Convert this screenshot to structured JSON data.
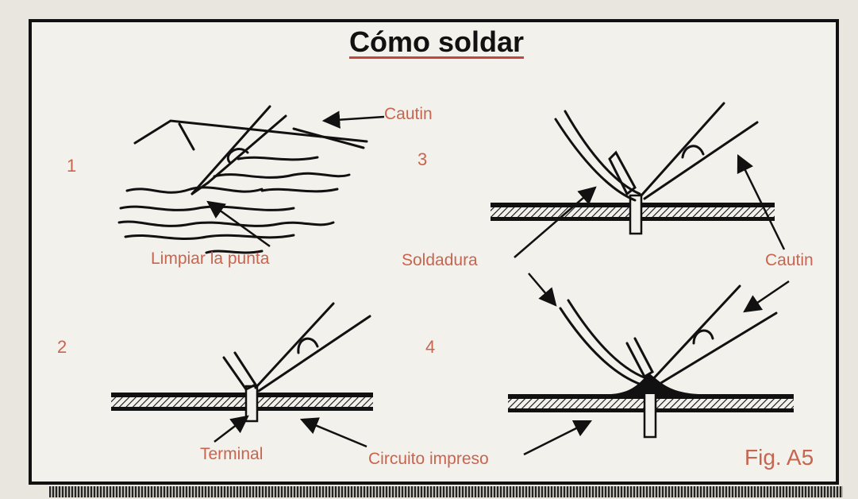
{
  "figure": {
    "title": "Cómo soldar",
    "caption": "Fig. A5",
    "steps": [
      "1",
      "2",
      "3",
      "4"
    ],
    "labels": {
      "cautin_top": "Cautin",
      "limpiar": "Limpiar la punta",
      "soldadura": "Soldadura",
      "cautin_right": "Cautin",
      "terminal": "Terminal",
      "circuito": "Circuito impreso"
    }
  },
  "colors": {
    "label": "#c8654f",
    "ink": "#111111",
    "title_underline": "#c2473d"
  },
  "icons": [
    "soldering-iron-icon",
    "pcb-board-icon",
    "solder-wire-icon"
  ]
}
